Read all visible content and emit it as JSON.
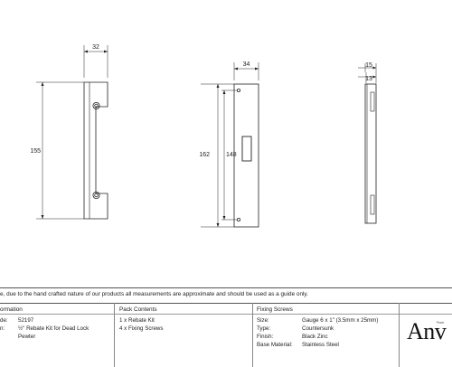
{
  "dimensions": {
    "front_width": "32",
    "front_height": "155",
    "plate_width": "34",
    "plate_outer_height": "162",
    "plate_inner_height": "148",
    "side_outer": "15",
    "side_inner": "13"
  },
  "note": "e, due to the hand crafted nature of our products all measurements are approximate and should be used as a guide only.",
  "table": {
    "col1": {
      "header": "ormation",
      "rows": [
        {
          "label": "de:",
          "value": "52197"
        },
        {
          "label": "n:",
          "value": "½\" Rebate Kit for Dead Lock"
        },
        {
          "label": "",
          "value": "Pewter"
        }
      ]
    },
    "col2": {
      "header": "Pack Contents",
      "lines": [
        "1 x Rebate Kit",
        "4 x Fixing Screws"
      ]
    },
    "col3": {
      "header": "Fixing Screws",
      "rows": [
        {
          "label": "Size:",
          "value": "Gauge 6 x 1\" (3.5mm x 25mm)"
        },
        {
          "label": "Type:",
          "value": "Countersunk"
        },
        {
          "label": "Finish:",
          "value": "Black Zinc"
        },
        {
          "label": "Base Material:",
          "value": "Stainless Steel"
        }
      ]
    },
    "logo_text": "Anv",
    "logo_small_text": "From"
  }
}
